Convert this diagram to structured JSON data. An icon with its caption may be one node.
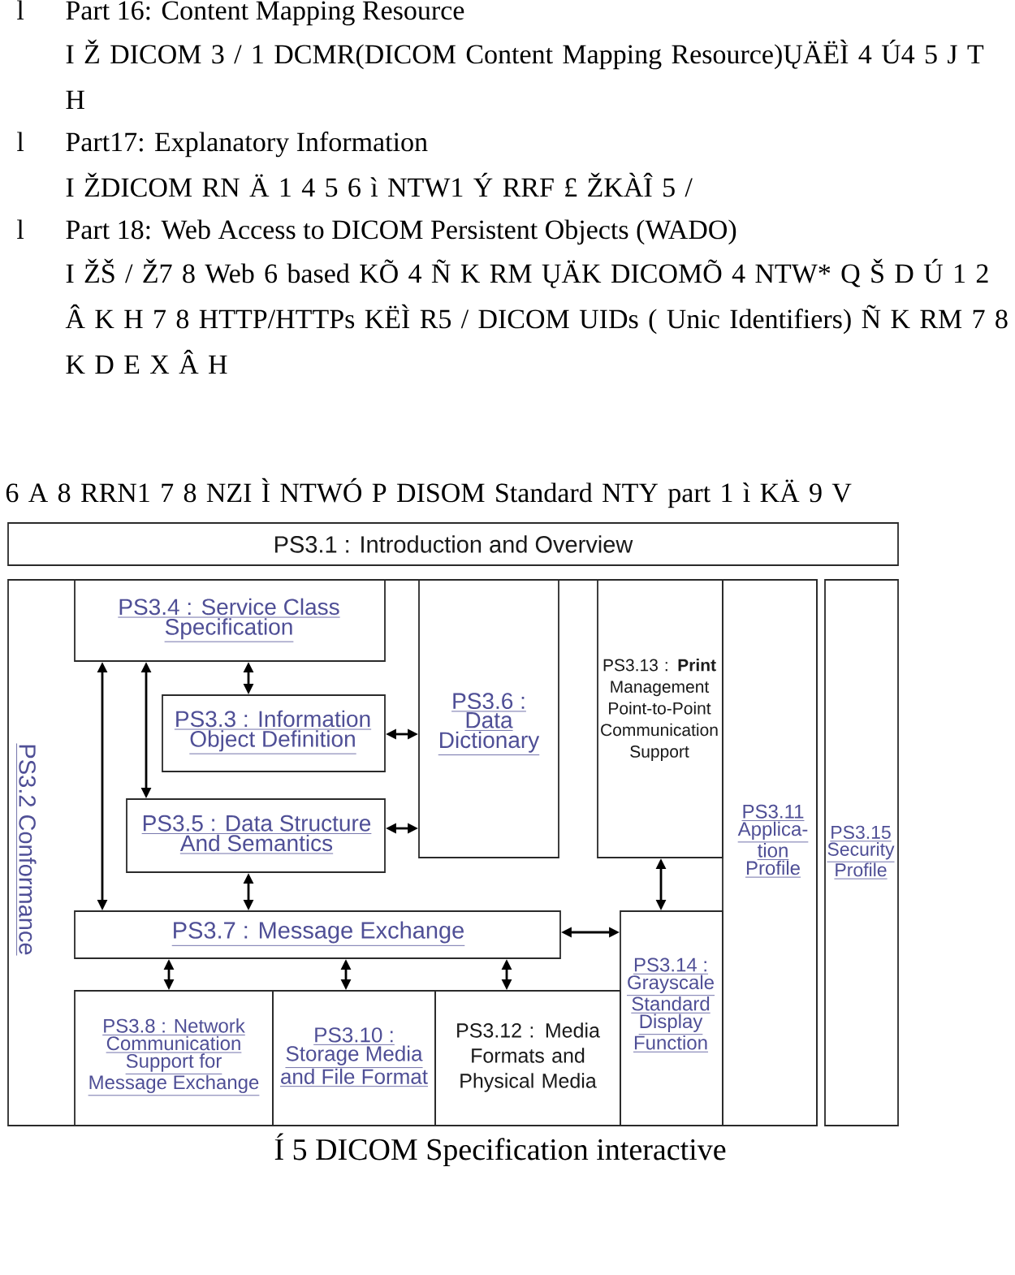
{
  "diagram": {
    "caption": "Í 5 DICOM Specification interactive",
    "nodes": [
      {
        "text": [
          "PS3.1 : Introduction and Overview"
        ]
      },
      {
        "text": [
          "PS3.2 Conformance"
        ]
      },
      {
        "text": [
          "PS3.4 : Service Class Specification"
        ],
        "in": 1
      },
      {
        "text": [
          "PS3.3 : Information Object Definition"
        ],
        "in": 1
      },
      {
        "text": [
          "PS3.6 : Data Dictionary"
        ],
        "in": 1
      },
      {
        "text": [
          "PS3.5 : Data Structure And Semantics"
        ],
        "in": 1
      },
      {
        "text": [
          "PS3.13 : **Print** Management Point-to-Point Communication Support"
        ],
        "in": 1
      },
      {
        "text": [
          "PS3.11 Applica- tion Profile"
        ],
        "in": 1
      },
      {
        "text": [
          "PS3.15 Security Profile"
        ]
      },
      {
        "text": [
          "PS3.7 : Message Exchange"
        ],
        "in": 1
      },
      {
        "text": [
          "PS3.8 : Network Communication Support for Message Exchange"
        ],
        "in": 1
      },
      {
        "text": [
          "PS3.10 : Storage Media and File Format"
        ],
        "in": 1
      },
      {
        "text": [
          "PS3.12 : Media Formats and Physical Media"
        ],
        "in": 1
      },
      {
        "text": [
          "PS3.14 : Grayscale Standard Display Function"
        ],
        "in": 1
      }
    ],
    "edges": [
      {
        "from": 2,
        "to": 3,
        "arrow": "both"
      },
      {
        "from": 3,
        "to": 4,
        "arrow": "both"
      },
      {
        "from": 2,
        "to": 5,
        "arrow": "both"
      },
      {
        "from": 5,
        "to": 4,
        "arrow": "both"
      },
      {
        "from": 2,
        "to": 9,
        "arrow": "both"
      },
      {
        "from": 5,
        "to": 9,
        "arrow": "both"
      },
      {
        "from": 6,
        "to": 13,
        "arrow": "both"
      },
      {
        "from": 9,
        "to": 13,
        "arrow": "both"
      },
      {
        "from": 9,
        "to": 10,
        "arrow": "both"
      },
      {
        "from": 9,
        "to": 11,
        "arrow": "both"
      },
      {
        "from": 9,
        "to": 12,
        "arrow": "both"
      }
    ],
    "labels": [
      "l",
      "Part 16: Content Mapping Resource",
      "I Ž DICOM 3 / 1 DCMR(DICOM Content Mapping Resource)ŲÄËÌ 4 Ú4 5 J T H",
      "l",
      "Part17: Explanatory Information",
      "I ŽDICOM RN Ä 1 4 5 6 ì NTW1 Ý RRF £ ŽKÀÎ 5 /",
      "l",
      "Part 18: Web Access to DICOM Persistent Objects (WADO)",
      "I ŽŠ / Ž7 8 Web 6 based KÕ 4 Ñ K RM ŲÄK DICOMÕ 4 NTW* Q Š D Ú 1 2 Â K H 7 8 HTTP/HTTPs KËÌ R5 / DICOM UIDs ( Unic Identifiers) Ñ K RM 7 8 K D E X Â H",
      "6 A 8 RRN1 7 8 NZI Ì NTWÓ P DISOM Standard NTY part 1 ì KÄ 9 V"
    ]
  }
}
